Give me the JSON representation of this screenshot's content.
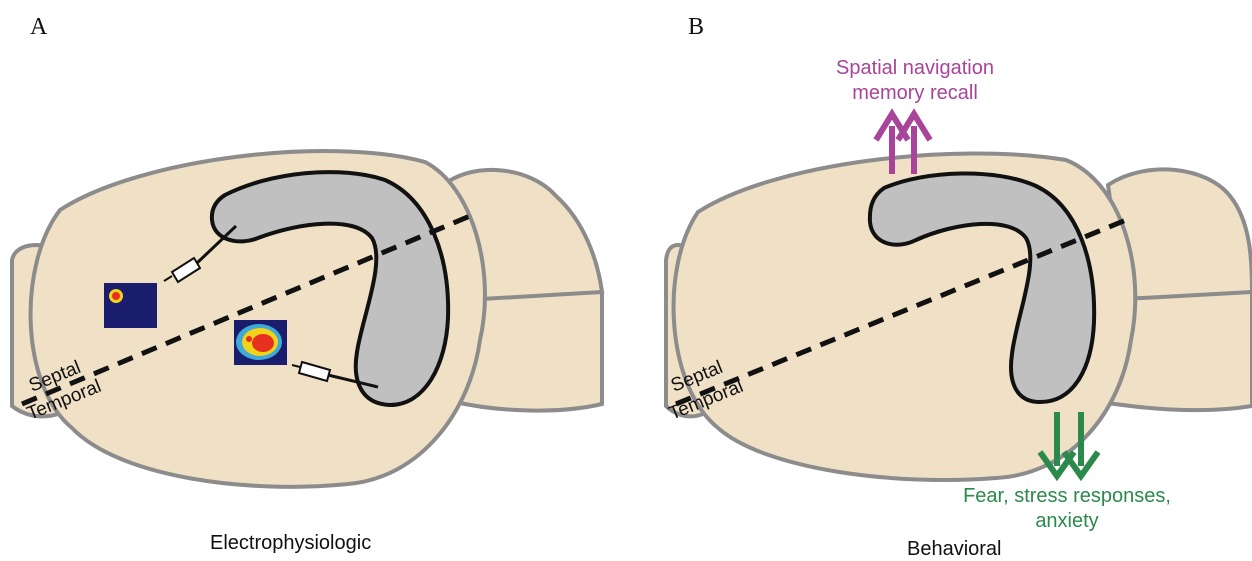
{
  "panels": [
    {
      "letter": "A",
      "caption": "Electrophysiologic",
      "axis_labels": {
        "septal": "Septal",
        "temporal": "Temporal"
      }
    },
    {
      "letter": "B",
      "caption": "Behavioral",
      "axis_labels": {
        "septal": "Septal",
        "temporal": "Temporal"
      },
      "annotations": {
        "up": {
          "line1": "Spatial navigation",
          "line2": "memory recall"
        },
        "down": {
          "line1": "Fear, stress responses,",
          "line2": "anxiety"
        }
      }
    }
  ],
  "colors": {
    "brain_fill": "#efe0c6",
    "brain_outline": "#8c8c8c",
    "hippocampus_fill": "#c0c0c0",
    "up_arrow": "#a8449a",
    "down_arrow": "#2b8a4b",
    "place_field_bg": "#1a1c6e"
  }
}
